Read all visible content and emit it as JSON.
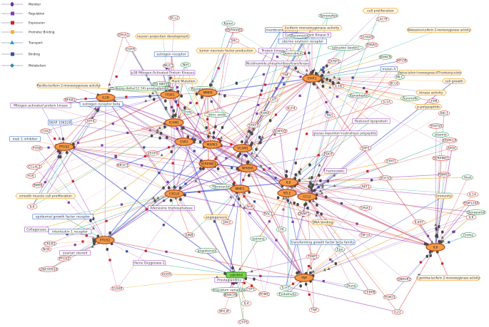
{
  "legend": [
    {
      "key": "member",
      "label": "Member",
      "symbol": "member-dot",
      "color": "#6b2d9e"
    },
    {
      "key": "regulation",
      "label": "Regulation",
      "symbol": "square",
      "color": "#7a3fb5"
    },
    {
      "key": "expression",
      "label": "Expression",
      "symbol": "square",
      "color": "#d62020"
    },
    {
      "key": "promoter",
      "label": "Promoter Binding",
      "symbol": "square",
      "color": "#f0b429"
    },
    {
      "key": "transport",
      "label": "Transport",
      "symbol": "triangle",
      "color": "#1aa0e0"
    },
    {
      "key": "binding",
      "label": "Binding",
      "symbol": "square",
      "color": "#3a4ea8"
    },
    {
      "key": "metabolism",
      "label": "Metabolism",
      "symbol": "diamond",
      "color": "#2e86c1"
    }
  ],
  "colors": {
    "hub_fill": "#f39a48",
    "hub_stroke": "#b24a12",
    "drug_fill": "#7cd44a",
    "drug_stroke": "#2f8f1e",
    "edge_red": "#e05050",
    "edge_blue": "#2c3bd6",
    "edge_purple": "#9a3fb8",
    "edge_orange": "#f0a020",
    "edge_teal": "#3cb6a0",
    "edge_pink": "#e592c8"
  },
  "hubs": [
    {
      "id": "h1",
      "label": "STAT1"
    },
    {
      "id": "h2",
      "label": "IL1B"
    },
    {
      "id": "h3",
      "label": "ITGB1"
    },
    {
      "id": "h4",
      "label": "MMP9"
    },
    {
      "id": "h5",
      "label": "PTGS2"
    },
    {
      "id": "h6",
      "label": "ICAM1"
    },
    {
      "id": "h7",
      "label": "ESR1"
    },
    {
      "id": "h8",
      "label": "MAPK3"
    },
    {
      "id": "h9",
      "label": "VCAM1"
    },
    {
      "id": "h10",
      "label": "SERPINE1"
    },
    {
      "id": "h11",
      "label": "NFKBIA"
    },
    {
      "id": "h12",
      "label": "CXCL8"
    },
    {
      "id": "h13",
      "label": "MMP1"
    },
    {
      "id": "h14",
      "label": "IL6"
    },
    {
      "id": "h15",
      "label": "CCL2"
    },
    {
      "id": "h16",
      "label": "SELE"
    },
    {
      "id": "h17",
      "label": "PTGS2"
    },
    {
      "id": "h18",
      "label": "IL6"
    },
    {
      "id": "h19",
      "label": "TNF"
    }
  ],
  "drug": {
    "label": "calcitriol"
  },
  "nodes": [
    {
      "label": "BCL2",
      "shape": "oval",
      "color": "red"
    },
    {
      "label": "Kalon",
      "shape": "oval",
      "color": "green"
    },
    {
      "label": "Tamoxyfen",
      "shape": "oval",
      "color": "green"
    },
    {
      "label": "cell proliferation",
      "shape": "hex",
      "color": "orange"
    },
    {
      "label": "LACTF",
      "shape": "oval",
      "color": "red"
    },
    {
      "label": "EPHA1",
      "shape": "oval",
      "color": "red"
    },
    {
      "label": "HSP90AB1",
      "shape": "oval",
      "color": "red"
    },
    {
      "label": "membrane protein",
      "shape": "rect",
      "color": "blue"
    },
    {
      "label": "luciferin monooxygenase activity",
      "shape": "hex",
      "color": "orange"
    },
    {
      "label": "Watasenia-luciferin 2-monooxygenase activity",
      "shape": "hex",
      "color": "orange"
    },
    {
      "label": "neuron projection development",
      "shape": "hex",
      "color": "orange"
    },
    {
      "label": "SRC",
      "shape": "oval",
      "color": "red"
    },
    {
      "label": "Cyclin-Dependent Kinase 9",
      "shape": "rect",
      "color": "purple"
    },
    {
      "label": "uterine oxytocin receptor",
      "shape": "rect",
      "color": "blue"
    },
    {
      "label": "S100A9",
      "shape": "oval",
      "color": "red"
    },
    {
      "label": "PPARG",
      "shape": "oval",
      "color": "red"
    },
    {
      "label": "EGFR",
      "shape": "oval",
      "color": "red"
    },
    {
      "label": "tumor necrosis factor production",
      "shape": "hex",
      "color": "orange"
    },
    {
      "label": "Protein kinase C",
      "shape": "rect",
      "color": "purple"
    },
    {
      "label": "estradiol (biotin)",
      "shape": "oval",
      "color": "green"
    },
    {
      "label": "estrogen receptor",
      "shape": "rect",
      "color": "blue"
    },
    {
      "label": "Doxorubicin",
      "shape": "oval",
      "color": "green"
    },
    {
      "label": "MTOR",
      "shape": "oval",
      "color": "red"
    },
    {
      "label": "Nicotinamide phosphoribosyltransferase",
      "shape": "rect",
      "color": "purple"
    },
    {
      "label": "MUC1",
      "shape": "oval",
      "color": "red"
    },
    {
      "label": "melan A",
      "shape": "rect",
      "color": "blue"
    },
    {
      "label": "Photinus-luciferin 4-monooxygenase (ATP-hydrolyzing) activity",
      "shape": "hex",
      "color": "orange"
    },
    {
      "label": "p38 Mitogen-Activated Protein Kinases",
      "shape": "rect",
      "color": "purple"
    },
    {
      "label": "NIH",
      "shape": "oval",
      "color": "green"
    },
    {
      "label": "PD 98059",
      "shape": "oval",
      "color": "green"
    },
    {
      "label": "TNF",
      "shape": "oval",
      "color": "red"
    },
    {
      "label": "cell growth",
      "shape": "hex",
      "color": "orange"
    },
    {
      "label": "Plant Mutation",
      "shape": "hex",
      "color": "orange"
    },
    {
      "label": "Rosiglitazone",
      "shape": "oval",
      "color": "green"
    },
    {
      "label": "Renilla-luciferin 2-monooxygenase activity",
      "shape": "hex",
      "color": "orange"
    },
    {
      "label": "15-deoxy-delta(12,14)-prostaglandin J2",
      "shape": "oval",
      "color": "green"
    },
    {
      "label": "IL1B",
      "shape": "oval",
      "color": "red"
    },
    {
      "label": "BCL6",
      "shape": "oval",
      "color": "red"
    },
    {
      "label": "Kanadaptin",
      "shape": "oval",
      "color": "green"
    },
    {
      "label": "Auranofin",
      "shape": "oval",
      "color": "green"
    },
    {
      "label": "kinase activity",
      "shape": "hex",
      "color": "orange"
    },
    {
      "label": "NFKB1",
      "shape": "oval",
      "color": "red"
    },
    {
      "label": "Mitogen-activated protein kinase",
      "shape": "rect",
      "color": "purple"
    },
    {
      "label": "estrogen receptor beta",
      "shape": "rect",
      "color": "blue"
    },
    {
      "label": "IL1A",
      "shape": "oval",
      "color": "red"
    },
    {
      "label": "LEPR",
      "shape": "oval",
      "color": "red"
    },
    {
      "label": "Endo",
      "shape": "oval",
      "color": "green"
    },
    {
      "label": "nitric oxide",
      "shape": "oval",
      "color": "green"
    },
    {
      "label": "p-polypeptide",
      "shape": "hex",
      "color": "orange"
    },
    {
      "label": "ABL1",
      "shape": "oval",
      "color": "red"
    },
    {
      "label": "SKAP 106528",
      "shape": "rect",
      "color": "blue"
    },
    {
      "label": "COX2",
      "shape": "oval",
      "color": "red"
    },
    {
      "label": "ATF4",
      "shape": "oval",
      "color": "red"
    },
    {
      "label": "RXRA",
      "shape": "oval",
      "color": "red"
    },
    {
      "label": "STAT3",
      "shape": "oval",
      "color": "red"
    },
    {
      "label": "STAT5A",
      "shape": "oval",
      "color": "red"
    },
    {
      "label": "vitamin",
      "shape": "oval",
      "color": "green"
    },
    {
      "label": "mek 1 inhibitor",
      "shape": "rect",
      "color": "blue"
    },
    {
      "label": "glucose dependent insulinotropic polypeptide",
      "shape": "rect",
      "color": "purple"
    },
    {
      "label": "HSPA1A",
      "shape": "oval",
      "color": "red"
    },
    {
      "label": "FOSB",
      "shape": "oval",
      "color": "red"
    },
    {
      "label": "APOC",
      "shape": "oval",
      "color": "red"
    },
    {
      "label": "SERPINE1",
      "shape": "oval",
      "color": "red"
    },
    {
      "label": "CCL4L1",
      "shape": "oval",
      "color": "red"
    },
    {
      "label": "FOS",
      "shape": "oval",
      "color": "red"
    },
    {
      "label": "RBMS1",
      "shape": "oval",
      "color": "red"
    },
    {
      "label": "Heat",
      "shape": "oval",
      "color": "green"
    },
    {
      "label": "BMP6",
      "shape": "oval",
      "color": "red"
    },
    {
      "label": "smooth muscle cell proliferation",
      "shape": "hex",
      "color": "orange"
    },
    {
      "label": "Adenosine triphosphatase",
      "shape": "rect",
      "color": "purple"
    },
    {
      "label": "immunity",
      "shape": "hex",
      "color": "orange"
    },
    {
      "label": "IL1A",
      "shape": "oval",
      "color": "red"
    },
    {
      "label": "IL6",
      "shape": "oval",
      "color": "red"
    },
    {
      "label": "FAM129A",
      "shape": "oval",
      "color": "red"
    },
    {
      "label": "Doxapamil",
      "shape": "oval",
      "color": "green"
    },
    {
      "label": "ILK",
      "shape": "oval",
      "color": "red"
    },
    {
      "label": "epidermal growth factor receptor",
      "shape": "rect",
      "color": "blue"
    },
    {
      "label": "DNA binding",
      "shape": "hex",
      "color": "orange"
    },
    {
      "label": "IL6ST",
      "shape": "oval",
      "color": "red"
    },
    {
      "label": "Collagenase",
      "shape": "rect",
      "color": "purple"
    },
    {
      "label": "interleukin 1 receptor",
      "shape": "rect",
      "color": "blue"
    },
    {
      "label": "Clofos",
      "shape": "oval",
      "color": "green"
    },
    {
      "label": "CREB1",
      "shape": "oval",
      "color": "red"
    },
    {
      "label": "JUNB",
      "shape": "oval",
      "color": "red"
    },
    {
      "label": "transforming growth factor beta family",
      "shape": "rect",
      "color": "blue"
    },
    {
      "label": "NOX",
      "shape": "oval",
      "color": "red"
    },
    {
      "label": "ovarian steroid",
      "shape": "rect",
      "color": "purple"
    },
    {
      "label": "PTGS2",
      "shape": "oval",
      "color": "red"
    },
    {
      "label": "Heme Oxygenase-1",
      "shape": "rect",
      "color": "purple"
    },
    {
      "label": "AGER",
      "shape": "oval",
      "color": "red"
    },
    {
      "label": "LINC00910",
      "shape": "oval",
      "color": "red"
    },
    {
      "label": "triacetum vanadate",
      "shape": "oval",
      "color": "green"
    },
    {
      "label": "MARCH8",
      "shape": "oval",
      "color": "red"
    },
    {
      "label": "CST5",
      "shape": "oval",
      "color": "red"
    },
    {
      "label": "POMC",
      "shape": "oval",
      "color": "red"
    },
    {
      "label": "Diuno",
      "shape": "oval",
      "color": "green"
    },
    {
      "label": "GNRHR2",
      "shape": "oval",
      "color": "red"
    },
    {
      "label": "Cypridina-luciferin 2-monooxygenase activity",
      "shape": "hex",
      "color": "orange"
    },
    {
      "label": "S100P",
      "shape": "oval",
      "color": "red"
    },
    {
      "label": "IL4",
      "shape": "oval",
      "color": "red"
    },
    {
      "label": "5-HT",
      "shape": "oval",
      "color": "green"
    },
    {
      "label": "Endothelin",
      "shape": "oval",
      "color": "green"
    },
    {
      "label": "CEBPB",
      "shape": "oval",
      "color": "red"
    },
    {
      "label": "FOXO1",
      "shape": "oval",
      "color": "red"
    },
    {
      "label": "MYLIP",
      "shape": "oval",
      "color": "red"
    },
    {
      "label": "CST6",
      "shape": "oval",
      "color": "red"
    },
    {
      "label": "TNF",
      "shape": "oval",
      "color": "red"
    },
    {
      "label": "IL22",
      "shape": "oval",
      "color": "red"
    },
    {
      "label": "angiotensin",
      "shape": "oval",
      "color": "green"
    },
    {
      "label": "Prostaglandins",
      "shape": "rect",
      "color": "purple"
    },
    {
      "label": "Ascomycin",
      "shape": "oval",
      "color": "green"
    },
    {
      "label": "BANCR",
      "shape": "oval",
      "color": "green"
    },
    {
      "label": "MLC",
      "shape": "oval",
      "color": "green"
    },
    {
      "label": "SPP1",
      "shape": "oval",
      "color": "red"
    },
    {
      "label": "hemostatic",
      "shape": "rect",
      "color": "purple"
    },
    {
      "label": "angiogenesis",
      "shape": "hex",
      "color": "orange"
    },
    {
      "label": "Fibronectin",
      "shape": "oval",
      "color": "green"
    },
    {
      "label": "AHR",
      "shape": "oval",
      "color": "red"
    },
    {
      "label": "PDGF",
      "shape": "oval",
      "color": "red"
    },
    {
      "label": "STAT1",
      "shape": "oval",
      "color": "red"
    },
    {
      "label": "CAT",
      "shape": "oval",
      "color": "red"
    },
    {
      "label": "Reduced lipoprotein",
      "shape": "rect",
      "color": "purple"
    },
    {
      "label": "RAC1",
      "shape": "oval",
      "color": "red"
    },
    {
      "label": "JAK2",
      "shape": "oval",
      "color": "red"
    },
    {
      "label": "AKT1",
      "shape": "oval",
      "color": "red"
    },
    {
      "label": "FN1",
      "shape": "oval",
      "color": "red"
    },
    {
      "label": "ADIPOQ",
      "shape": "oval",
      "color": "red"
    },
    {
      "label": "GRIA1",
      "shape": "oval",
      "color": "red"
    },
    {
      "label": "SOCS3",
      "shape": "oval",
      "color": "red"
    },
    {
      "label": "LY6",
      "shape": "oval",
      "color": "green"
    },
    {
      "label": "TIMP1",
      "shape": "oval",
      "color": "red"
    },
    {
      "label": "Epo",
      "shape": "oval",
      "color": "green"
    },
    {
      "label": "HIF1A",
      "shape": "oval",
      "color": "red"
    },
    {
      "label": "KLF4",
      "shape": "oval",
      "color": "red"
    },
    {
      "label": "DNMT1",
      "shape": "oval",
      "color": "red"
    },
    {
      "label": "estrone",
      "shape": "oval",
      "color": "green"
    },
    {
      "label": "VEGFA",
      "shape": "oval",
      "color": "red"
    },
    {
      "label": "DUSP1",
      "shape": "oval",
      "color": "red"
    },
    {
      "label": "NR3C1",
      "shape": "oval",
      "color": "red"
    }
  ]
}
